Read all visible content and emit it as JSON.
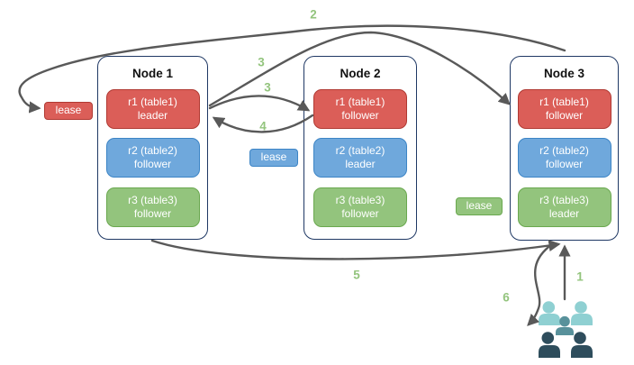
{
  "colors": {
    "arrow-color": "#595959",
    "step-color": "#93c47d",
    "node-border": "#1f3864",
    "red-fill": "#db5e58",
    "red-border": "#b03a33",
    "blue-fill": "#6fa8dc",
    "blue-border": "#3d85c6",
    "green-fill": "#93c47d",
    "green-border": "#6aa84f",
    "user-light": "#8fd0d2",
    "user-mid": "#58919b",
    "user-dark": "#2e4d5c"
  },
  "nodes": [
    {
      "name": "Node 1",
      "replicas": [
        {
          "id": "r1 (table1)",
          "role": "leader",
          "color": "red"
        },
        {
          "id": "r2 (table2)",
          "role": "follower",
          "color": "blue"
        },
        {
          "id": "r3 (table3)",
          "role": "follower",
          "color": "green"
        }
      ]
    },
    {
      "name": "Node 2",
      "replicas": [
        {
          "id": "r1 (table1)",
          "role": "follower",
          "color": "red"
        },
        {
          "id": "r2 (table2)",
          "role": "leader",
          "color": "blue"
        },
        {
          "id": "r3 (table3)",
          "role": "follower",
          "color": "green"
        }
      ]
    },
    {
      "name": "Node 3",
      "replicas": [
        {
          "id": "r1 (table1)",
          "role": "follower",
          "color": "red"
        },
        {
          "id": "r2 (table2)",
          "role": "follower",
          "color": "blue"
        },
        {
          "id": "r3 (table3)",
          "role": "leader",
          "color": "green"
        }
      ]
    }
  ],
  "leases": [
    {
      "label": "lease",
      "color": "red"
    },
    {
      "label": "lease",
      "color": "blue"
    },
    {
      "label": "lease",
      "color": "green"
    }
  ],
  "steps": {
    "s1": "1",
    "s2": "2",
    "s3a": "3",
    "s3b": "3",
    "s4": "4",
    "s5": "5",
    "s6": "6"
  },
  "icons": {
    "users": "users-group-icon"
  }
}
